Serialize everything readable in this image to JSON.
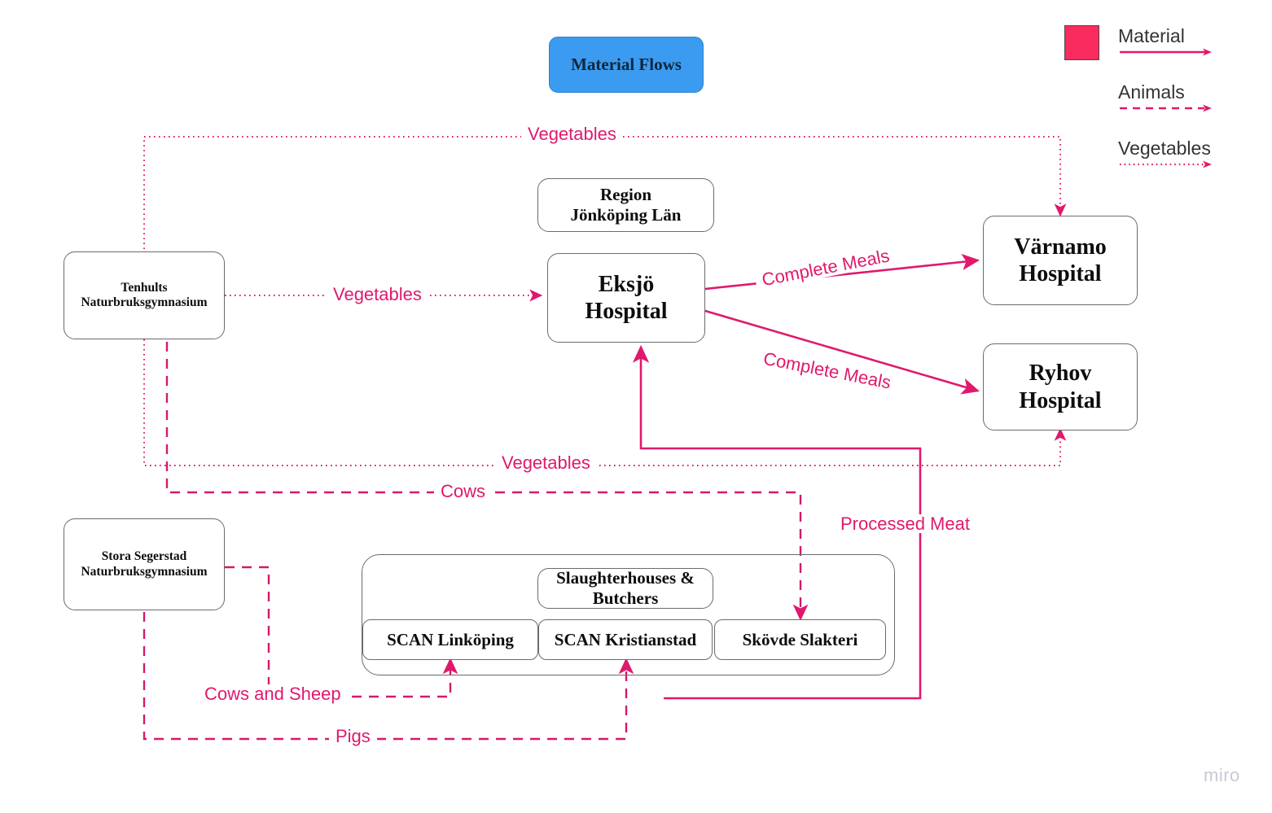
{
  "title": {
    "label": "Material Flows"
  },
  "legend": {
    "swatch_color": "#fa2b5e",
    "items": [
      {
        "label": "Material",
        "style": "solid",
        "icon": "solid-arrow-icon"
      },
      {
        "label": "Animals",
        "style": "dashed",
        "icon": "dashed-arrow-icon"
      },
      {
        "label": "Vegetables",
        "style": "dotted",
        "icon": "dotted-arrow-icon"
      }
    ]
  },
  "nodes": {
    "tenhults": {
      "label_line1": "Tenhults",
      "label_line2": "Naturbruksgymnasium"
    },
    "stora_segerstad": {
      "label_line1": "Stora Segerstad",
      "label_line2": "Naturbruksgymnasium"
    },
    "region": {
      "label_line1": "Region",
      "label_line2": "Jönköping Län"
    },
    "eksjo": {
      "label_line1": "Eksjö",
      "label_line2": "Hospital"
    },
    "varnamo": {
      "label_line1": "Värnamo",
      "label_line2": "Hospital"
    },
    "ryhov": {
      "label_line1": "Ryhov",
      "label_line2": "Hospital"
    },
    "slaughter_group": {
      "label_line1": "Slaughterhouses &",
      "label_line2": "Butchers"
    },
    "scan_linkoping": {
      "label": "SCAN Linköping"
    },
    "scan_kristianstad": {
      "label": "SCAN Kristianstad"
    },
    "skovde_slakteri": {
      "label": "Skövde Slakteri"
    }
  },
  "edges": {
    "veg_top": {
      "label": "Vegetables",
      "style": "dotted",
      "from": "tenhults",
      "to": "varnamo"
    },
    "veg_middle": {
      "label": "Vegetables",
      "style": "dotted",
      "from": "tenhults",
      "to": "eksjo"
    },
    "veg_bottom": {
      "label": "Vegetables",
      "style": "dotted",
      "from": "tenhults",
      "to": "ryhov"
    },
    "meals_varnamo": {
      "label": "Complete Meals",
      "style": "solid",
      "from": "eksjo",
      "to": "varnamo"
    },
    "meals_ryhov": {
      "label": "Complete Meals",
      "style": "solid",
      "from": "eksjo",
      "to": "ryhov"
    },
    "cows": {
      "label": "Cows",
      "style": "dashed",
      "from": "tenhults",
      "to": "skovde_slakteri"
    },
    "cows_and_sheep": {
      "label": "Cows and Sheep",
      "style": "dashed",
      "from": "stora_segerstad",
      "to": "scan_linkoping"
    },
    "pigs": {
      "label": "Pigs",
      "style": "dashed",
      "from": "stora_segerstad",
      "to": "scan_kristianstad"
    },
    "processed_meat": {
      "label": "Processed Meat",
      "style": "solid",
      "from": "slaughter_group",
      "to": "eksjo"
    }
  },
  "colors": {
    "flow": "#e0196c",
    "accent": "#fa2b5e",
    "title_bg": "#3b9bf0",
    "node_border": "#6b6b6b"
  },
  "watermark": {
    "label": "miro"
  }
}
